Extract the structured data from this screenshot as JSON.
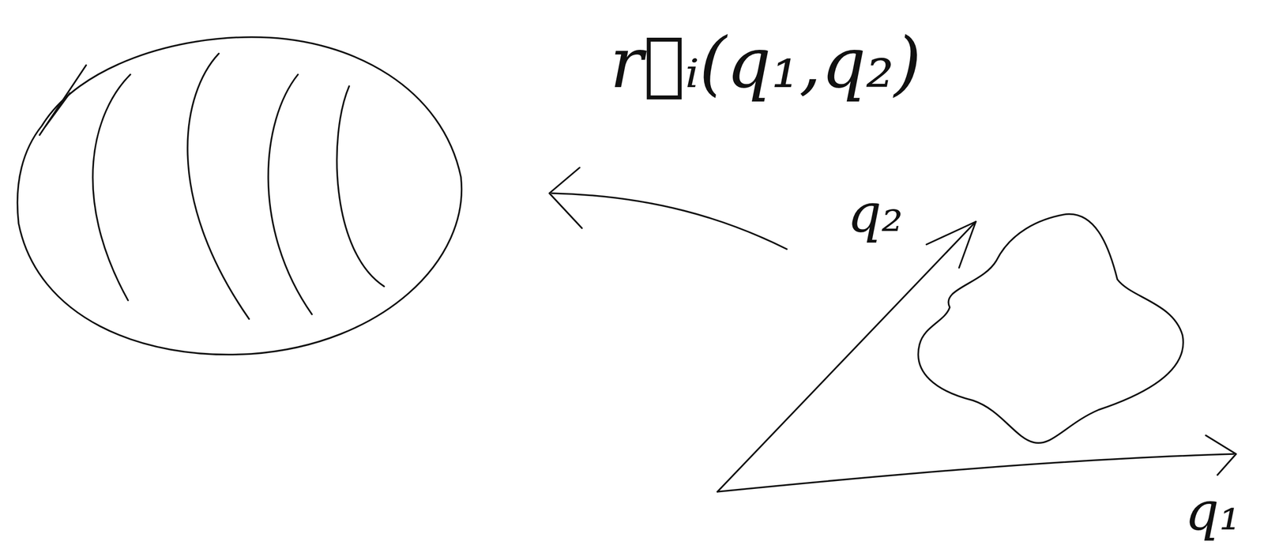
{
  "diagram": {
    "labels": [
      "r⃗ᵢ(q₁,q₂)",
      "q₂",
      "q₁"
    ]
  }
}
